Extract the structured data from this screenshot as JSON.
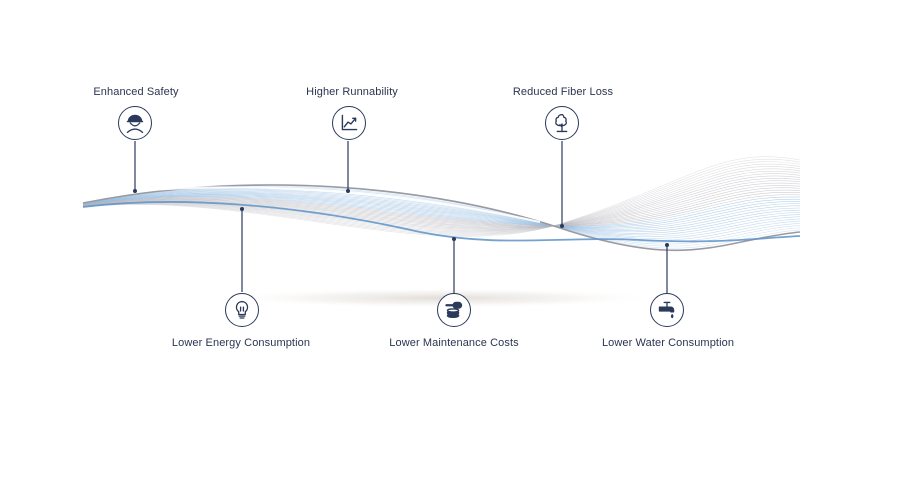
{
  "benefits": {
    "enhanced_safety": "Enhanced Safety",
    "higher_runnability": "Higher Runnability",
    "reduced_fiber_loss": "Reduced Fiber Loss",
    "lower_energy": "Lower Energy Consumption",
    "lower_maintenance": "Lower Maintenance Costs",
    "lower_water": "Lower Water Consumption"
  },
  "icons": {
    "enhanced_safety": "hard-hat-worker-icon",
    "higher_runnability": "rising-graph-icon",
    "reduced_fiber_loss": "tree-icon",
    "lower_energy": "light-bulb-icon",
    "lower_maintenance": "wrench-coins-icon",
    "lower_water": "water-tap-icon"
  },
  "colors": {
    "icon_stroke": "#2b3a5c",
    "label_text": "#2a3550",
    "wave_blue": "#8fb8df",
    "wave_gray": "#b4b4bc"
  }
}
